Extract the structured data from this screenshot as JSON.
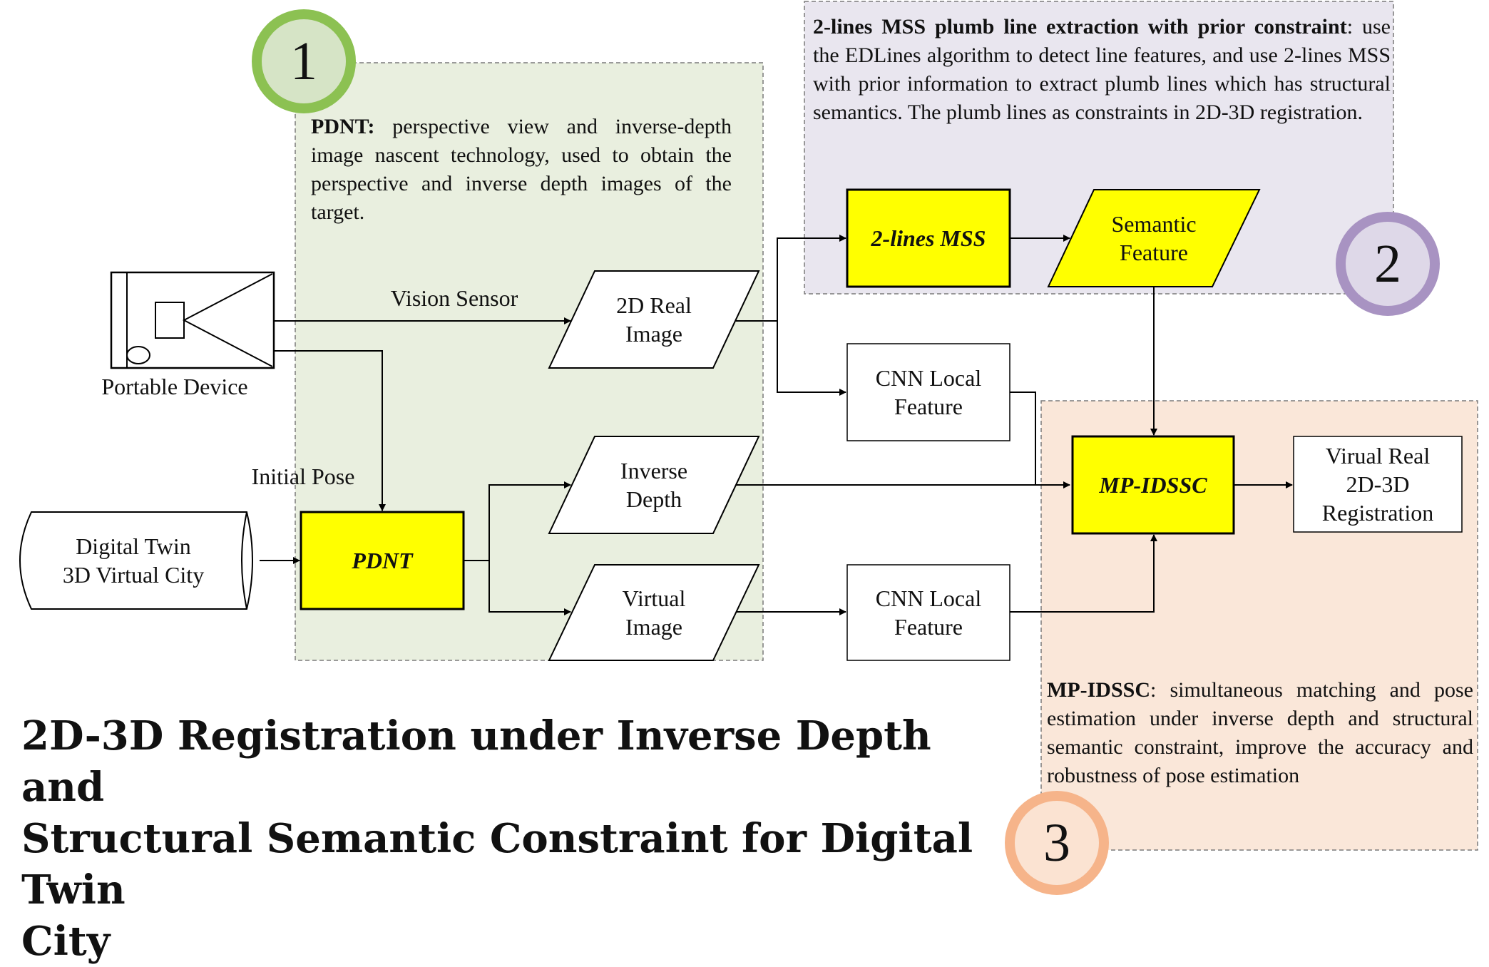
{
  "title": {
    "line1": "2D-3D Registration under Inverse Depth and",
    "line2": "Structural Semantic Constraint for Digital Twin",
    "line3": "City"
  },
  "regions": {
    "region1": {
      "number": "1",
      "heading": "PDNT:",
      "text": "perspective view and inverse-depth image nascent technology, used to obtain the perspective and inverse depth images of the target."
    },
    "region2": {
      "number": "2",
      "heading": "2-lines MSS plumb line extraction with prior constraint",
      "text": ": use the EDLines algorithm to detect line features, and use 2-lines MSS with prior information to extract plumb lines which has structural semantics. The plumb lines as constraints in 2D-3D registration."
    },
    "region3": {
      "number": "3",
      "heading": "MP-IDSSC",
      "text": ": simultaneous matching and pose estimation under inverse depth and structural semantic constraint, improve the accuracy and robustness of pose estimation"
    }
  },
  "nodes": {
    "portable_device": "Portable Device",
    "vision_sensor": "Vision Sensor",
    "initial_pose": "Initial Pose",
    "digital_twin": [
      "Digital Twin",
      "3D Virtual City"
    ],
    "pdnt": "PDNT",
    "real_image": [
      "2D Real",
      "Image"
    ],
    "inverse_depth": [
      "Inverse",
      "Depth"
    ],
    "virtual_image": [
      "Virtual",
      "Image"
    ],
    "lines_mss": "2-lines MSS",
    "semantic_feature": [
      "Semantic",
      "Feature"
    ],
    "cnn_top": [
      "CNN Local",
      "Feature"
    ],
    "cnn_bottom": [
      "CNN Local",
      "Feature"
    ],
    "mp_idssc": "MP-IDSSC",
    "output": [
      "Virual Real",
      "2D-3D",
      "Registration"
    ]
  },
  "colors": {
    "region1_fill": "#e9efdf",
    "region2_fill": "#e9e6ef",
    "region3_fill": "#fae7d9",
    "highlight_fill": "#ffff00",
    "circle1": "#8cc152",
    "circle1_fill": "#d6e4c6",
    "circle2": "#a893c2",
    "circle2_fill": "#ded8e8",
    "circle3": "#f6b48a",
    "circle3_fill": "#fbe3d2"
  }
}
